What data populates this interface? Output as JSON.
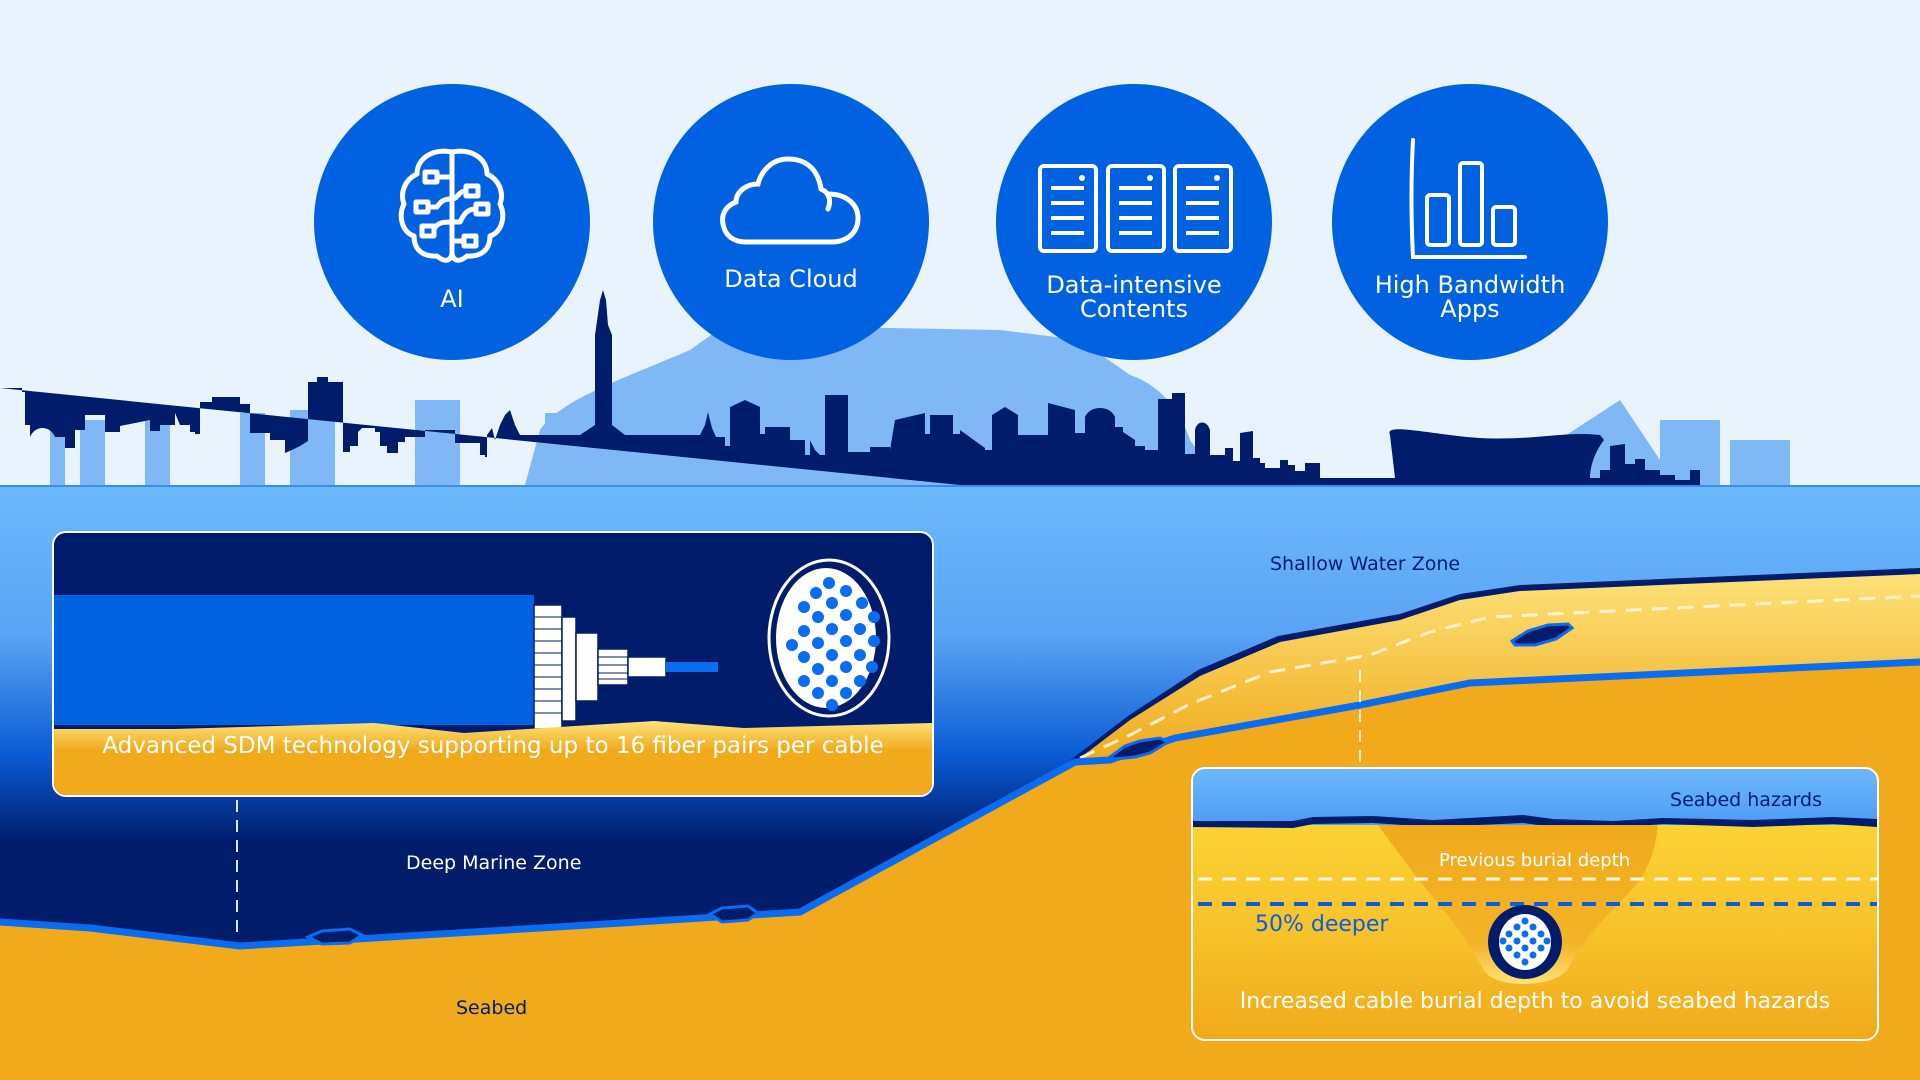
{
  "colors": {
    "sky": "#e8f3fe",
    "circle_blue": "#0062e0",
    "mountain": "#80b8f5",
    "skyline_dark": "#001c6b",
    "shallow_water": "#6cb8fc",
    "deep_water": "#001c6b",
    "seabed": "#f0aa1c",
    "sand_light": "#fcd24a",
    "cable_blue": "#0a6cf0",
    "accent_blue_text": "#0a5de0"
  },
  "applications": [
    {
      "id": "ai",
      "label": "AI",
      "icon": "brain-circuit-icon"
    },
    {
      "id": "data-cloud",
      "label": "Data Cloud",
      "icon": "cloud-icon"
    },
    {
      "id": "data-intensive",
      "label_line1": "Data-intensive",
      "label_line2": "Contents",
      "icon": "server-racks-icon"
    },
    {
      "id": "high-bandwidth",
      "label_line1": "High Bandwidth",
      "label_line2": "Apps",
      "icon": "bar-chart-icon"
    }
  ],
  "zones": {
    "shallow": "Shallow Water Zone",
    "deep": "Deep Marine Zone",
    "seabed": "Seabed"
  },
  "sdm_panel": {
    "caption": "Advanced SDM technology supporting up to 16 fiber pairs per cable",
    "icon": "fiber-cable-cross-section-icon"
  },
  "burial_panel": {
    "hazards_label": "Seabed hazards",
    "previous_depth_label": "Previous burial depth",
    "deeper_label": "50% deeper",
    "caption": "Increased cable burial depth to avoid seabed hazards",
    "icon": "buried-cable-icon"
  }
}
